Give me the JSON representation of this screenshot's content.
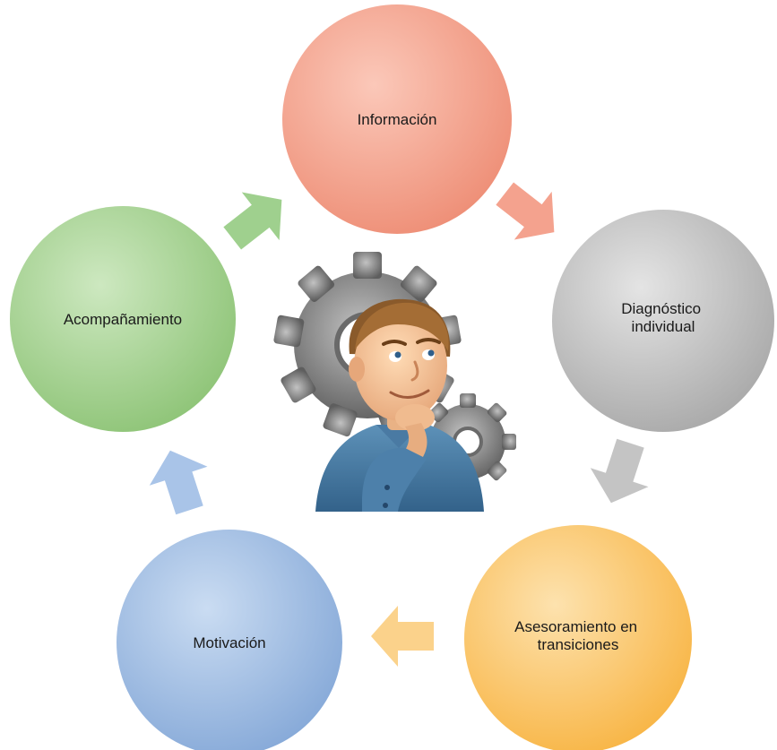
{
  "nodes": [
    {
      "id": "informacion",
      "lines": [
        "Información"
      ],
      "color": "#f4a28e"
    },
    {
      "id": "diagnostico",
      "lines": [
        "Diagnóstico",
        "individual"
      ],
      "color": "#b8b8b8"
    },
    {
      "id": "asesoramiento",
      "lines": [
        "Asesoramiento en",
        "transiciones"
      ],
      "color": "#fbc56a"
    },
    {
      "id": "motivacion",
      "lines": [
        "Motivación"
      ],
      "color": "#9dbbe2"
    },
    {
      "id": "acompanamiento",
      "lines": [
        "Acompañamiento"
      ],
      "color": "#a3d08f"
    }
  ],
  "arrows": [
    {
      "from": "informacion",
      "to": "diagnostico",
      "color": "#f4a28e"
    },
    {
      "from": "diagnostico",
      "to": "asesoramiento",
      "color": "#c4c4c4"
    },
    {
      "from": "asesoramiento",
      "to": "motivacion",
      "color": "#fbd28b"
    },
    {
      "from": "motivacion",
      "to": "acompanamiento",
      "color": "#a9c4e8"
    },
    {
      "from": "acompanamiento",
      "to": "informacion",
      "color": "#9fd08e"
    }
  ],
  "center_image": {
    "icon": "thinking-man-with-gears-icon"
  }
}
